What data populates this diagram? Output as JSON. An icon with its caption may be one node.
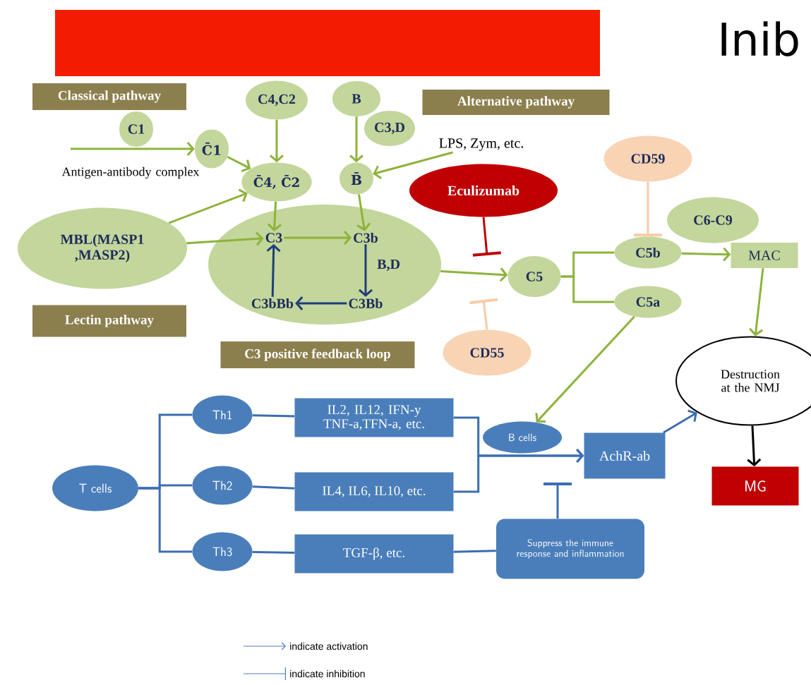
{
  "diagram": {
    "title": "Inib",
    "nodes": [
      {
        "text": [
          "Classical pathway"
        ]
      },
      {
        "text": [
          "C4,C2"
        ]
      },
      {
        "text": [
          "B"
        ]
      },
      {
        "text": [
          "Alternative pathway"
        ]
      },
      {
        "text": [
          "C3,D"
        ]
      },
      {
        "text": [
          "C1"
        ]
      },
      {
        "text": [
          "C̄1"
        ]
      },
      {
        "text": [
          "LPS, Zym, etc."
        ]
      },
      {
        "text": [
          "C̄4, C̄2"
        ]
      },
      {
        "text": [
          "B̄"
        ]
      },
      {
        "text": [
          "Eculizumab"
        ]
      },
      {
        "text": [
          "CD59"
        ]
      },
      {
        "text": [
          "MBL(MASP1 ,MASP2)"
        ]
      },
      {
        "text": [],
        "shape": "ellipse"
      },
      {
        "text": [
          "C3"
        ],
        "in": 13
      },
      {
        "text": [
          "C3b"
        ],
        "in": 13
      },
      {
        "text": [
          "C3bBb"
        ],
        "in": 13
      },
      {
        "text": [
          "C3Bb"
        ],
        "in": 13
      },
      {
        "text": [
          "C6-C9"
        ]
      },
      {
        "text": [
          "C5"
        ]
      },
      {
        "text": [
          "C5b"
        ]
      },
      {
        "text": [
          "MAC"
        ]
      },
      {
        "text": [
          "C5a"
        ]
      },
      {
        "text": [
          "Lectin pathway"
        ]
      },
      {
        "text": [
          "CD55"
        ]
      },
      {
        "text": [
          "C3 positive feedback loop"
        ]
      },
      {
        "text": [
          "Destruction at the NMJ"
        ]
      },
      {
        "text": [
          "Th1"
        ]
      },
      {
        "text": [
          "IL2, IL12, IFN-y TNF-a,TFN-a, etc."
        ]
      },
      {
        "text": [
          "B cells"
        ]
      },
      {
        "text": [
          "AchR-ab"
        ]
      },
      {
        "text": [
          "T cells"
        ]
      },
      {
        "text": [
          "Th2"
        ]
      },
      {
        "text": [
          "IL4, IL6, IL10, etc."
        ]
      },
      {
        "text": [
          "MG"
        ]
      },
      {
        "text": [
          "Suppress the immune response and inflammation"
        ]
      },
      {
        "text": [
          "Th3"
        ]
      },
      {
        "text": [
          "TGF-β, etc."
        ]
      },
      {
        "text": [],
        "shape": "box"
      }
    ],
    "edges": [
      {
        "from": null,
        "to": 6,
        "arrow": "to"
      },
      {
        "from": 6,
        "to": 8,
        "arrow": "to"
      },
      {
        "from": 1,
        "to": 8,
        "arrow": "to"
      },
      {
        "from": 2,
        "to": 9,
        "arrow": "to"
      },
      {
        "from": 7,
        "to": 9,
        "arrow": "to"
      },
      {
        "from": 12,
        "to": 8,
        "arrow": "to"
      },
      {
        "from": 12,
        "to": 14,
        "arrow": "to"
      },
      {
        "from": 8,
        "to": 14,
        "arrow": "to"
      },
      {
        "from": 9,
        "to": 15,
        "arrow": "to"
      },
      {
        "from": 14,
        "to": 15,
        "arrow": "to"
      },
      {
        "from": 15,
        "to": 17,
        "arrow": "to",
        "label": "B,D",
        "color": "#1f3d7a"
      },
      {
        "from": 17,
        "to": 16,
        "arrow": "to",
        "color": "#1f3d7a"
      },
      {
        "from": 16,
        "to": 14,
        "arrow": "to",
        "color": "#1f3d7a"
      },
      {
        "from": 13,
        "to": 19,
        "arrow": "to"
      },
      {
        "from": 10,
        "to": null,
        "arrow": "other",
        "color": "#c00000"
      },
      {
        "from": 24,
        "to": null,
        "arrow": "other",
        "color": "#f8cba8"
      },
      {
        "from": 19,
        "to": 20,
        "arrow": "none"
      },
      {
        "from": 19,
        "to": 22,
        "arrow": "none"
      },
      {
        "from": 11,
        "to": 20,
        "arrow": "other",
        "color": "#f8cba8"
      },
      {
        "from": 20,
        "to": 21,
        "arrow": "to"
      },
      {
        "from": 21,
        "to": 26,
        "arrow": "to"
      },
      {
        "from": 22,
        "to": 29,
        "arrow": "to"
      },
      {
        "from": 30,
        "to": 26,
        "arrow": "to",
        "color": "#3c6db4"
      },
      {
        "from": 26,
        "to": 34,
        "arrow": "to",
        "color": "#000000"
      },
      {
        "from": 31,
        "to": 27,
        "arrow": "none",
        "color": "#3c6db4"
      },
      {
        "from": 31,
        "to": 32,
        "arrow": "none",
        "color": "#3c6db4"
      },
      {
        "from": 31,
        "to": 36,
        "arrow": "none",
        "color": "#3c6db4"
      },
      {
        "from": 27,
        "to": 28,
        "arrow": "none",
        "color": "#3c6db4"
      },
      {
        "from": 32,
        "to": 33,
        "arrow": "none",
        "color": "#3c6db4"
      },
      {
        "from": 36,
        "to": 37,
        "arrow": "none",
        "color": "#3c6db4"
      },
      {
        "from": 28,
        "to": 30,
        "arrow": "to",
        "color": "#3c6db4"
      },
      {
        "from": 33,
        "to": 30,
        "arrow": "to",
        "color": "#3c6db4"
      },
      {
        "from": 37,
        "to": 35,
        "arrow": "none",
        "color": "#3c6db4"
      },
      {
        "from": 35,
        "to": null,
        "arrow": "other",
        "color": "#3c6db4"
      }
    ],
    "labels": [
      "Antigen-antibody complex"
    ],
    "legend": [
      {
        "text": "indicate activation"
      },
      {
        "text": "indicate inhibition"
      }
    ]
  }
}
